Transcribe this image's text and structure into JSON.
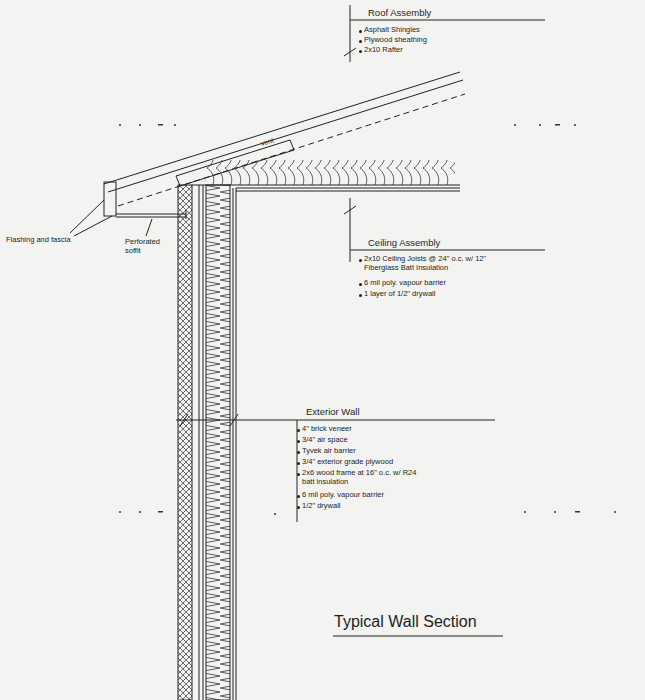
{
  "diagram": {
    "title": "Typical Wall Section",
    "labels": [
      "Roof Assembly",
      "Asphalt Shingles",
      "Plywood sheathing",
      "2x10 Rafter",
      "vent",
      "Flashing and fascia",
      "Perforated soffit",
      "Ceiling Assembly",
      "2x10 Ceiling Joists @ 24\" o.c. w/ 12\" Fiberglass Batt Insulation",
      "6 mil poly. vapour barrier",
      "1 layer of 1/2\" drywall",
      "Exterior Wall",
      "4\" brick veneer",
      "3/4\" air space",
      "Tyvek air barrier",
      "3/4\" exterior grade plywood",
      "2x6 wood frame at 16\" o.c. w/ R24 batt insulation",
      "6 mil poly. vapour barrier",
      "1/2\" drywall"
    ]
  }
}
